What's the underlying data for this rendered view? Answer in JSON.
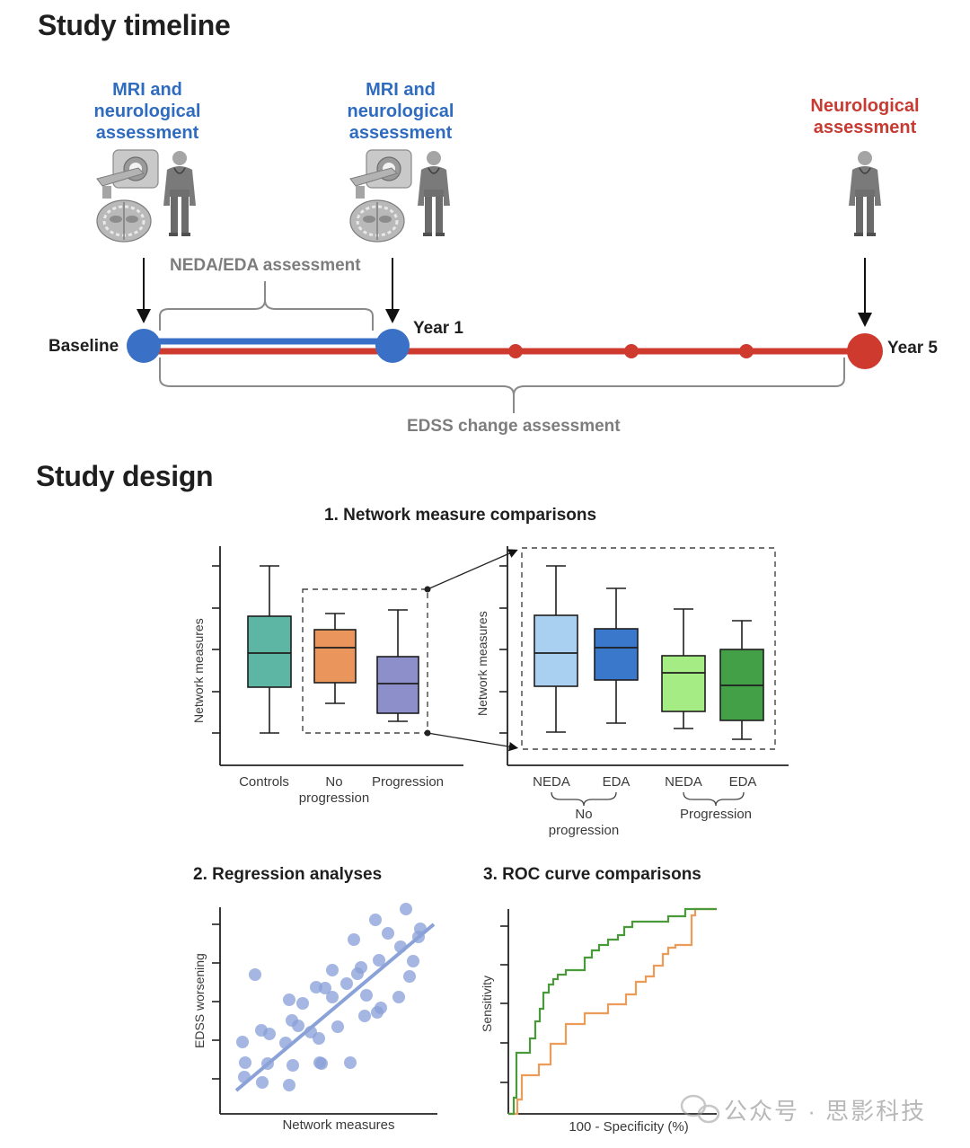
{
  "timeline": {
    "title": "Study timeline",
    "events": [
      {
        "label_lines": [
          "MRI and",
          "neurological",
          "assessment"
        ],
        "point": "Baseline"
      },
      {
        "label_lines": [
          "MRI and",
          "neurological",
          "assessment"
        ],
        "point": "Year 1"
      },
      {
        "label_lines": [
          "Neurological",
          "assessment"
        ],
        "point": "Year 5"
      }
    ],
    "neda_eda_label": "NEDA/EDA assessment",
    "edss_label": "EDSS change assessment",
    "colors": {
      "blue": "#3a70c6",
      "red": "#cf3a2e",
      "bracket": "#8a8a8a"
    }
  },
  "design": {
    "title": "Study design",
    "panel1": {
      "title": "1.  Network measure comparisons",
      "left": {
        "ylabel": "Network measures",
        "groups": [
          {
            "label_lines": [
              "Controls"
            ],
            "color": "#5db6a3"
          },
          {
            "label_lines": [
              "No",
              "progression"
            ],
            "color": "#e9955c"
          },
          {
            "label_lines": [
              "Progression"
            ],
            "color": "#8d8fcb"
          }
        ]
      },
      "right": {
        "ylabel": "Network measures",
        "groups": [
          {
            "label": "NEDA",
            "color": "#a9d0f0"
          },
          {
            "label": "EDA",
            "color": "#3a78cc"
          },
          {
            "label": "NEDA",
            "color": "#a6ec84"
          },
          {
            "label": "EDA",
            "color": "#43a047"
          }
        ],
        "group_labels": [
          [
            "No",
            "progression"
          ],
          [
            "Progression"
          ]
        ]
      }
    },
    "panel2": {
      "title": "2.  Regression analyses",
      "xlabel": "Network measures",
      "ylabel": "EDSS worsening",
      "point_color": "#8aa2d8"
    },
    "panel3": {
      "title": "3.  ROC curve comparisons",
      "xlabel": "100 - Specificity (%)",
      "ylabel": "Sensitivity",
      "colors": {
        "green": "#4a9a3c",
        "orange": "#ec9b58"
      }
    }
  },
  "watermark": "公众号 · 思影科技"
}
